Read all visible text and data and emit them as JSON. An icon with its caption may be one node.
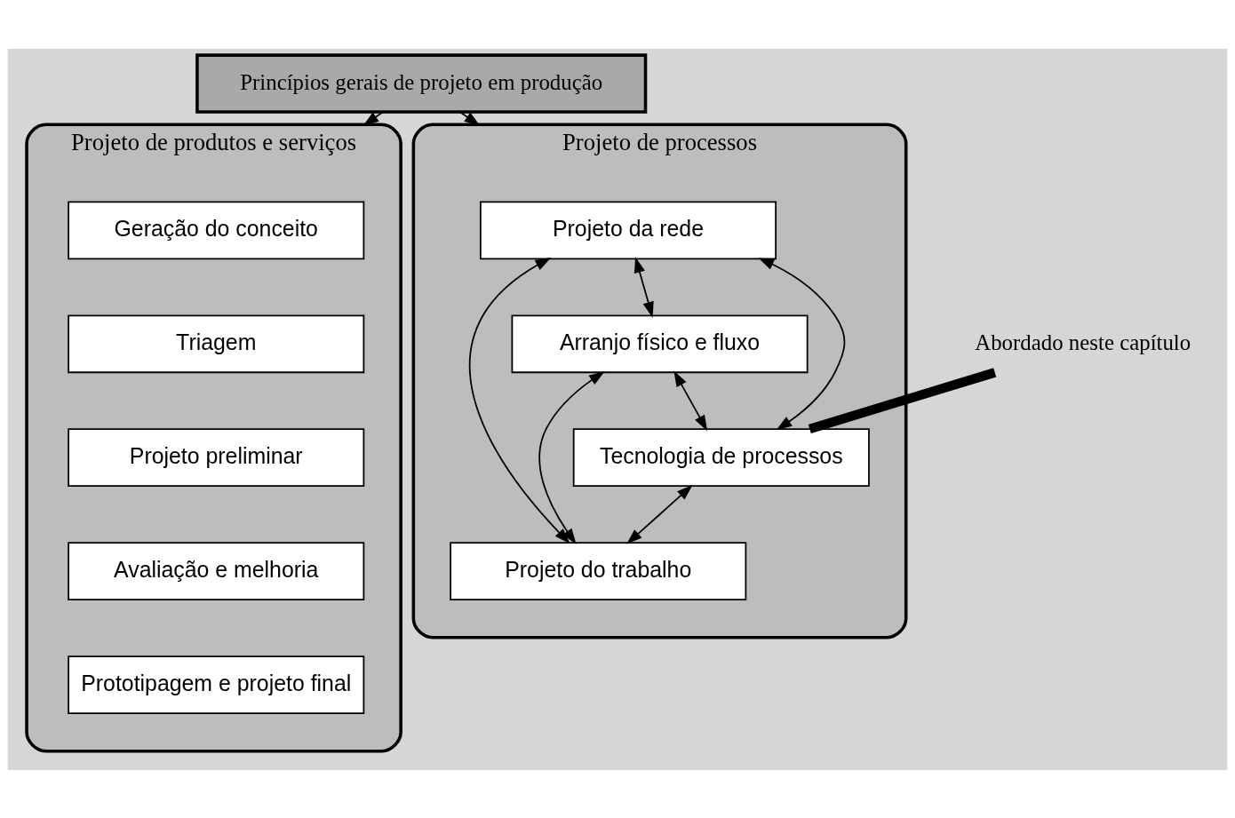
{
  "diagram": {
    "nodes": [
      {
        "text": [
          "Princípios gerais de projeto em produção"
        ]
      },
      {
        "text": [
          "Projeto de produtos e serviços"
        ]
      },
      {
        "text": [
          "Projeto de processos"
        ]
      },
      {
        "text": [
          "Geração do conceito"
        ],
        "in": 1
      },
      {
        "text": [
          "Triagem"
        ],
        "in": 1
      },
      {
        "text": [
          "Projeto preliminar"
        ],
        "in": 1
      },
      {
        "text": [
          "Avaliação e melhoria"
        ],
        "in": 1
      },
      {
        "text": [
          "Prototipagem e projeto final"
        ],
        "in": 1
      },
      {
        "text": [
          "Projeto da rede"
        ],
        "in": 2
      },
      {
        "text": [
          "Arranjo físico e fluxo"
        ],
        "in": 2
      },
      {
        "text": [
          "Tecnologia de processos"
        ],
        "in": 2
      },
      {
        "text": [
          "Projeto do trabalho"
        ],
        "in": 2
      },
      {
        "text": [
          "Abordado neste capítulo"
        ]
      }
    ],
    "edges": [
      {
        "from": 0,
        "to": 1,
        "arrow": "to"
      },
      {
        "from": 0,
        "to": 2,
        "arrow": "to"
      },
      {
        "from": 8,
        "to": 9,
        "arrow": "both"
      },
      {
        "from": 8,
        "to": 10,
        "arrow": "both"
      },
      {
        "from": 8,
        "to": 11,
        "arrow": "both"
      },
      {
        "from": 9,
        "to": 10,
        "arrow": "both"
      },
      {
        "from": 9,
        "to": 11,
        "arrow": "both"
      },
      {
        "from": 10,
        "to": 11,
        "arrow": "both"
      },
      {
        "from": 12,
        "to": 10,
        "arrow": "none",
        "style": "thick"
      }
    ]
  }
}
